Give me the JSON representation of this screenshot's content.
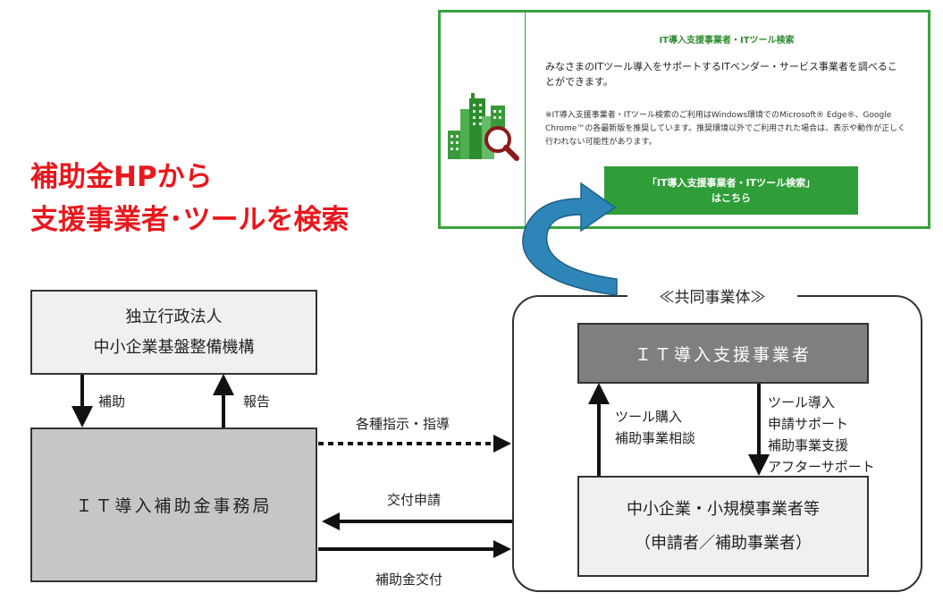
{
  "panel": {
    "title": "IT導入支援事業者・ITツール検索",
    "desc": "みなさまのITツール導入をサポートするITベンダー・サービス事業者を調べることができます。",
    "note": "※IT導入支援事業者・ITツール検索のご利用はWindows環境でのMicrosoft® Edge®、Google Chrome™の各最新版を推奨しています。推奨環境以外でご利用された場合は、表示や動作が正しく行われない可能性があります。",
    "button_line1": "「IT導入支援事業者・ITツール検索」",
    "button_line2": "はこちら",
    "icon": "city-search-icon"
  },
  "headline": {
    "line1": "補助金HPから",
    "line2": "支援事業者･ツールを検索"
  },
  "org": {
    "line1": "独立行政法人",
    "line2": "中小企業基盤整備機構"
  },
  "office": "ＩＴ導入補助金事務局",
  "consortium_label": "≪共同事業体≫",
  "vendor": "ＩＴ導入支援事業者",
  "sme": {
    "line1": "中小企業・小規模事業者等",
    "line2": "（申請者／補助事業者）"
  },
  "labels": {
    "subsidy": "補助",
    "report": "報告",
    "instructions": "各種指示・指導",
    "application": "交付申請",
    "grant": "補助金交付",
    "purchase": [
      "ツール購入",
      "補助事業相談"
    ],
    "support": [
      "ツール導入",
      "申請サポート",
      "補助事業支援",
      "アフターサポート"
    ]
  },
  "colors": {
    "panel_border": "#39a33d",
    "button": "#2f9e39",
    "headline": "#e8181e",
    "curved_arrow": "#2e86b8",
    "office_fill": "#c6c6c6",
    "vendor_fill": "#7f7f7f"
  }
}
